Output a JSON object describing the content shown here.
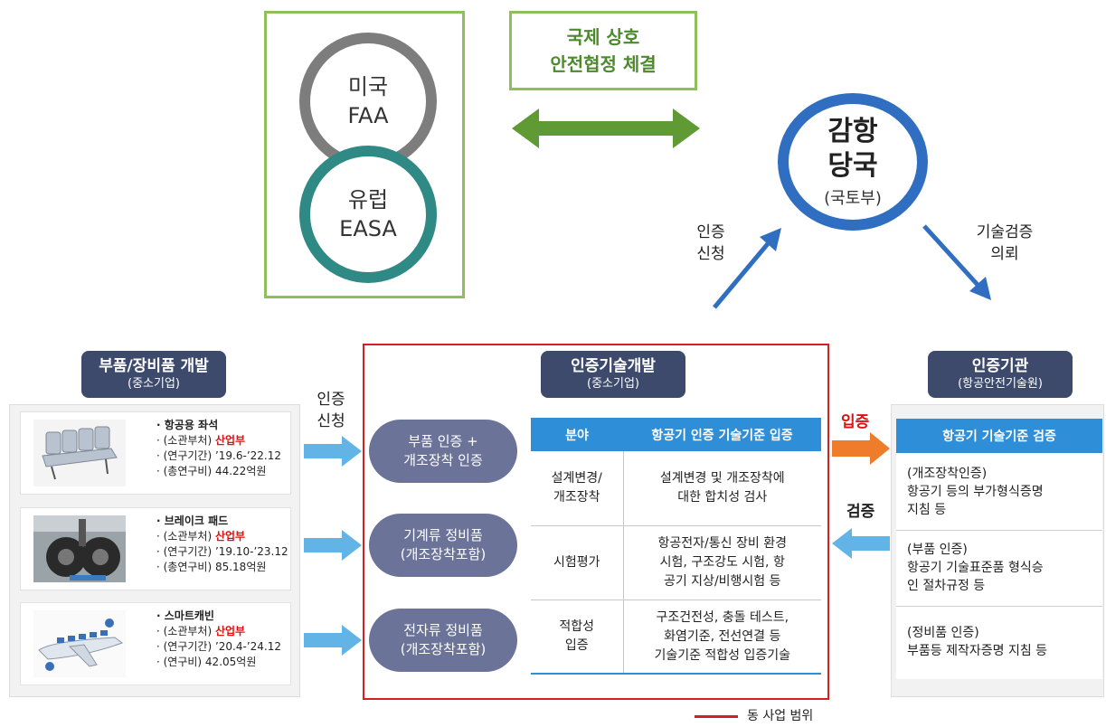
{
  "international": {
    "faa": {
      "line1": "미국",
      "line2": "FAA"
    },
    "easa": {
      "line1": "유럽",
      "line2": "EASA"
    }
  },
  "agreement": {
    "line1": "국제 상호",
    "line2": "안전협정 체결"
  },
  "authority": {
    "line1": "감항",
    "line2": "당국",
    "sub": "(국토부)"
  },
  "flow_labels": {
    "top_left": {
      "line1": "인증",
      "line2": "신청"
    },
    "top_right": {
      "line1": "기술검증",
      "line2": "의뢰"
    },
    "left_mid": {
      "line1": "인증",
      "line2": "신청"
    },
    "right_upper": "입증",
    "right_lower": "검증"
  },
  "left_header": {
    "title": "부품/장비품 개발",
    "sub": "(중소기업)"
  },
  "center_header": {
    "title": "인증기술개발",
    "sub": "(중소기업)"
  },
  "right_header": {
    "title": "인증기관",
    "sub": "(항공안전기술원)"
  },
  "projects": [
    {
      "title": "· 항공용 좌석",
      "dept_label": "· (소관부처) ",
      "dept": "산업부",
      "period": "· (연구기간) ’19.6-’22.12",
      "budget": "· (총연구비) 44.22억원",
      "image": "airplane-seats"
    },
    {
      "title": "· 브레이크 패드",
      "dept_label": "· (소관부처) ",
      "dept": "산업부",
      "period": "· (연구기간) ’19.10-’23.12",
      "budget": "· (총연구비) 85.18억원",
      "image": "landing-gear-brake"
    },
    {
      "title": "· 스마트캐빈",
      "dept_label": "· (소관부처) ",
      "dept": "산업부",
      "period": "· (연구기간) ’20.4-’24.12",
      "budget": "· (연구비) 42.05억원",
      "image": "smart-cabin-aircraft"
    }
  ],
  "categories": [
    {
      "line1": "부품 인증 +",
      "line2": "개조장착 인증"
    },
    {
      "line1": "기계류 정비품",
      "line2": "(개조장착포함)"
    },
    {
      "line1": "전자류 정비품",
      "line2": "(개조장착포함)"
    }
  ],
  "standards_table": {
    "headers": [
      "분야",
      "항공기 인증 기술기준 입증"
    ],
    "rows": [
      {
        "field": [
          "설계변경/",
          "개조장착"
        ],
        "desc": [
          "설계변경 및 개조장착에",
          "대한 합치성 검사"
        ]
      },
      {
        "field": [
          "시험평가"
        ],
        "desc": [
          "항공전자/통신 장비 환경",
          "시험, 구조강도 시험, 항",
          "공기 지상/비행시험 등"
        ]
      },
      {
        "field": [
          "적합성",
          "입증"
        ],
        "desc": [
          "구조건전성, 충돌 테스트,",
          "화염기준, 전선연결 등",
          "기술기준 적합성 입증기술"
        ]
      }
    ]
  },
  "verification": {
    "header": "항공기 기술기준 검증",
    "items": [
      {
        "line1": "(개조장착인증)",
        "line2": "항공기 등의 부가형식증명",
        "line3": "지침 등"
      },
      {
        "line1": "(부품 인증)",
        "line2": "항공기 기술표준품 형식승",
        "line3": "인 절차규정 등"
      },
      {
        "line1": "(정비품 인증)",
        "line2": "부품등 제작자증명 지침 등"
      }
    ]
  },
  "legend": "동 사업 범위",
  "colors": {
    "green": "#8fbf5a",
    "arrow_green": "#5f9a35",
    "blue": "#2e8ed8",
    "navy": "#3d4a6b",
    "red": "#d42020",
    "orange": "#ef7c2a",
    "light_blue_arrow": "#63b4e6"
  }
}
